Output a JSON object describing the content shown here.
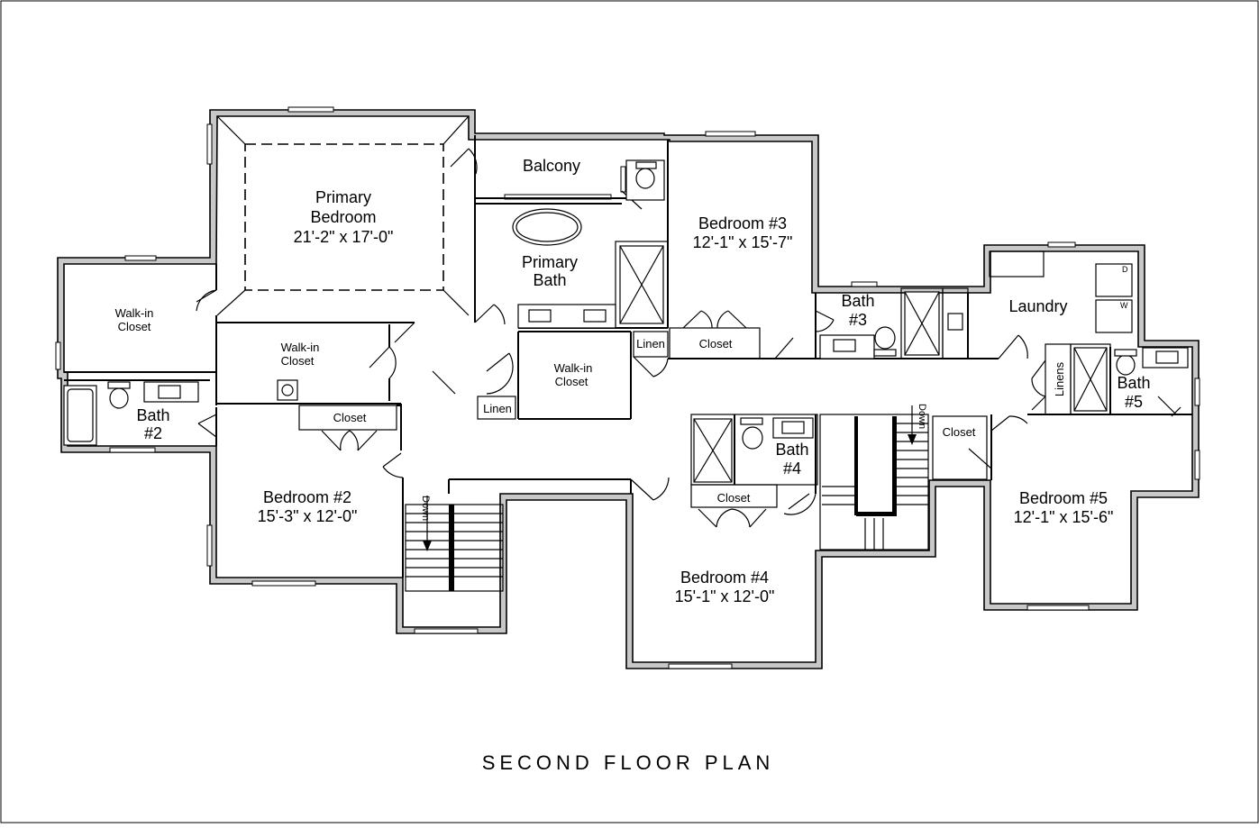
{
  "title": "SECOND FLOOR PLAN",
  "rooms": {
    "primary_bedroom": {
      "name_line1": "Primary",
      "name_line2": "Bedroom",
      "dims": "21'-2\" x 17'-0\""
    },
    "balcony": {
      "name": "Balcony"
    },
    "primary_bath": {
      "name_line1": "Primary",
      "name_line2": "Bath"
    },
    "bedroom3": {
      "name": "Bedroom #3",
      "dims": "12'-1\" x 15'-7\""
    },
    "bath3": {
      "name_line1": "Bath",
      "name_line2": "#3"
    },
    "laundry": {
      "name": "Laundry",
      "dryer": "D",
      "washer": "W"
    },
    "walkin_closet_left": {
      "name_line1": "Walk-in",
      "name_line2": "Closet"
    },
    "walkin_closet_mid": {
      "name_line1": "Walk-in",
      "name_line2": "Closet"
    },
    "walkin_closet_right": {
      "name_line1": "Walk-in",
      "name_line2": "Closet"
    },
    "linen_a": {
      "name": "Linen"
    },
    "linen_b": {
      "name": "Linen"
    },
    "closet_b3": {
      "name": "Closet"
    },
    "closet_b2": {
      "name": "Closet"
    },
    "bath2": {
      "name_line1": "Bath",
      "name_line2": "#2"
    },
    "bedroom2": {
      "name": "Bedroom #2",
      "dims": "15'-3\" x 12'-0\""
    },
    "bedroom4": {
      "name": "Bedroom #4",
      "dims": "15'-1\" x 12'-0\""
    },
    "bath4": {
      "name_line1": "Bath",
      "name_line2": "#4"
    },
    "closet_b4": {
      "name": "Closet"
    },
    "closet_b5": {
      "name": "Closet"
    },
    "bedroom5": {
      "name": "Bedroom #5",
      "dims": "12'-1\" x 15'-6\""
    },
    "bath5": {
      "name_line1": "Bath",
      "name_line2": "#5"
    },
    "linens": {
      "name": "Linens"
    }
  },
  "stairs": {
    "left_label": "Down",
    "right_label": "Down"
  }
}
